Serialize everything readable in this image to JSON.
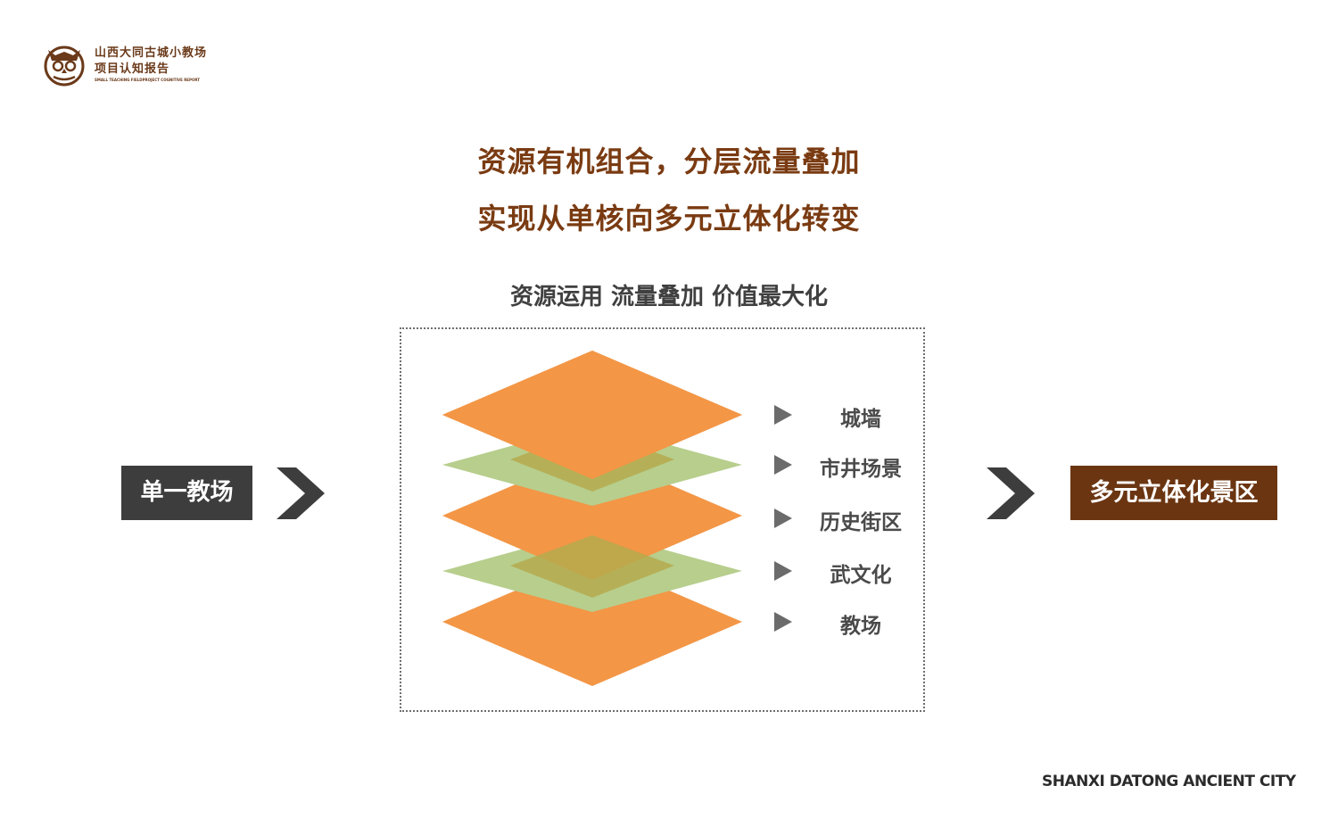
{
  "logo": {
    "line1": "山西大同古城小教场",
    "line2": "项目认知报告",
    "tagline": "SMALL TEACHING FIELDPROJECT COGNITIVE REPORT"
  },
  "headline": {
    "line1": "资源有机组合，分层流量叠加",
    "line2": "实现从单核向多元立体化转变"
  },
  "subtitle": "资源运用 流量叠加 价值最大化",
  "start_label": "单一教场",
  "end_label": "多元立体化景区",
  "layers": [
    {
      "label": "城墙",
      "color": "#f39646"
    },
    {
      "label": "市井场景",
      "color": "#b7ce8d"
    },
    {
      "label": "历史街区",
      "color": "#f39646"
    },
    {
      "label": "武文化",
      "color": "#b7ce8d"
    },
    {
      "label": "教场",
      "color": "#f39646"
    }
  ],
  "colors": {
    "brand_brown": "#7a3b12",
    "end_box": "#6b3511",
    "start_box": "#3d3d3d",
    "orange": "#f39646",
    "green": "#b7ce8d",
    "overlap": "#b5aa4e"
  },
  "footer": "SHANXI DATONG ANCIENT CITY"
}
